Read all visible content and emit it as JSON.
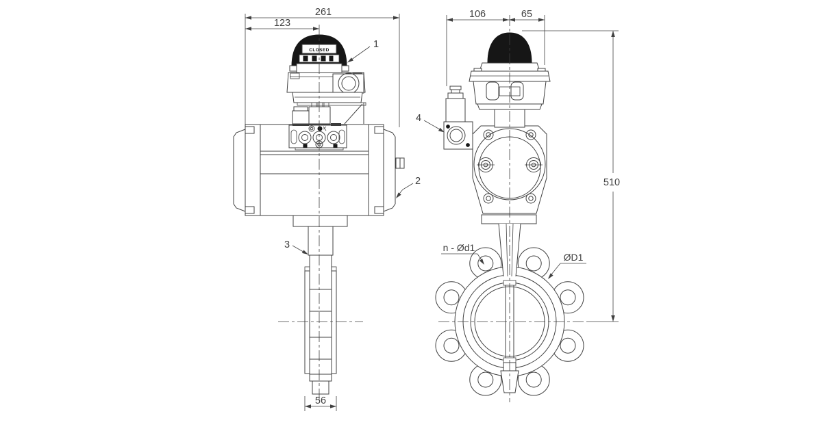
{
  "drawing": {
    "colors": {
      "line": "#404040",
      "dark_fill": "#161616",
      "background": "#ffffff"
    },
    "dimensions": {
      "d261": "261",
      "d123": "123",
      "d106": "106",
      "d65": "65",
      "d510": "510",
      "d56": "56"
    },
    "callouts": {
      "c1": "1",
      "c2": "2",
      "c3": "3",
      "c4": "4"
    },
    "labels": {
      "bolt_holes": "n - Ød1",
      "bolt_circle": "ØD1",
      "position_indicator": "CLOSED"
    }
  }
}
